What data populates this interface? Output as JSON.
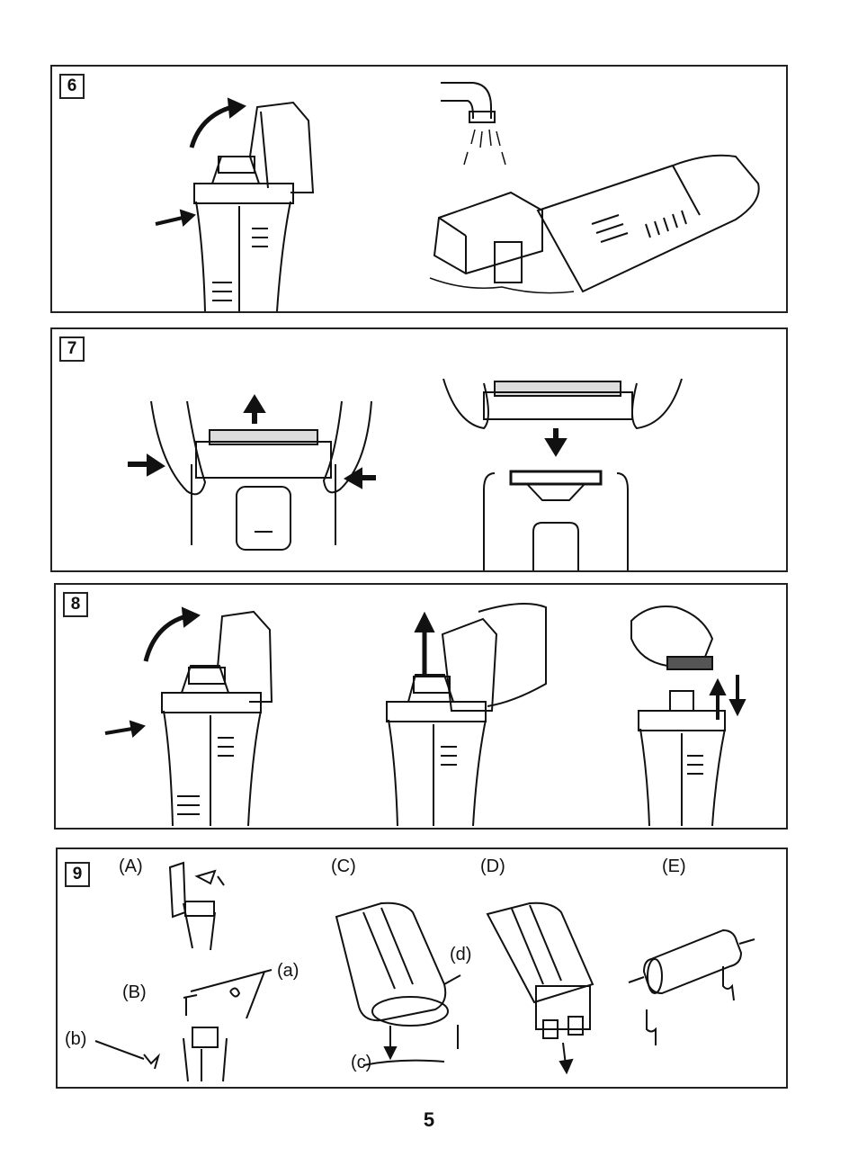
{
  "panels": [
    {
      "number": "6"
    },
    {
      "number": "7"
    },
    {
      "number": "8"
    },
    {
      "number": "9"
    }
  ],
  "step9_labels": {
    "A": "(A)",
    "B": "(B)",
    "C": "(C)",
    "D": "(D)",
    "E": "(E)",
    "a": "(a)",
    "b": "(b)",
    "c": "(c)",
    "d": "(d)"
  },
  "page_number": "5"
}
